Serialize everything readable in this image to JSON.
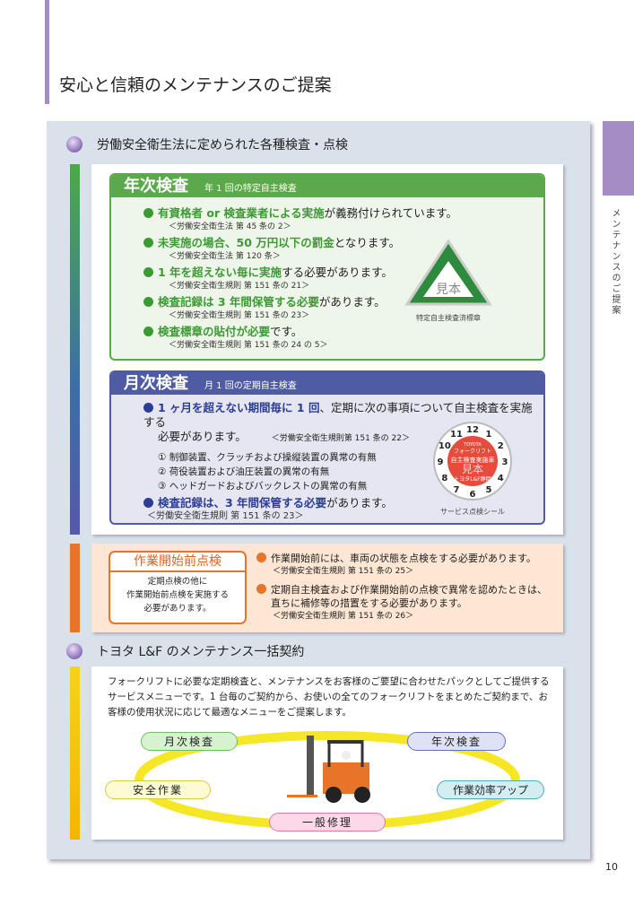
{
  "page": {
    "title": "安心と信頼のメンテナンスのご提案",
    "side_tab": "メンテナンスのご提案",
    "page_number": "10"
  },
  "section1": {
    "heading": "労働安全衛生法に定められた各種検査・点検",
    "annual": {
      "title": "年次検査",
      "subtitle": "年 1 回の特定自主検査",
      "items": [
        {
          "hl": "有資格者 or 検査業者による実施",
          "rest": "が義務付けられています。",
          "ref": "＜労働安全衛生法 第 45 条の 2＞"
        },
        {
          "hl": "未実施の場合、50 万円以下の罰金",
          "rest": "となります。",
          "ref": "＜労働安全衛生法 第 120 条＞"
        },
        {
          "hl": "1 年を超えない毎に実施",
          "rest": "する必要があります。",
          "ref": "＜労働安全衛生規則 第 151 条の 21＞"
        },
        {
          "hl": "検査記録は 3 年間保管する必要",
          "rest": "があります。",
          "ref": "＜労働安全衛生規則 第 151 条の 23＞"
        },
        {
          "hl": "検査標章の貼付が必要",
          "rest": "です。",
          "ref": "＜労働安全衛生規則 第 151 条の 24 の 5＞"
        }
      ],
      "badge_caption": "特定自主検査済標章",
      "badge_mark": "見本"
    },
    "monthly": {
      "title": "月次検査",
      "subtitle": "月 1 回の定期自主検査",
      "item1_hl": "1 ヶ月を超えない期間毎に 1 回",
      "item1_rest": "、定期に次の事項について自主検査を実施する",
      "item1_rest2": "必要があります。",
      "item1_ref": "＜労働安全衛生規則第 151 条の 22＞",
      "subitems": [
        "① 制御装置、クラッチおよび操縦装置の異常の有無",
        "② 荷役装置および油圧装置の異常の有無",
        "③ ヘッドガードおよびバックレストの異常の有無"
      ],
      "item2_hl": "検査記録は、3 年間保管する必要",
      "item2_rest": "があります。",
      "item2_ref": "＜労働安全衛生規則 第 151 条の 23＞",
      "seal_caption": "サービス点検シール",
      "seal_top": "TOYOTA",
      "seal_brand": "フォークリフト",
      "seal_label": "自主検査実施車",
      "seal_dealer": "トヨタL&F静岡",
      "seal_mark": "見本"
    },
    "pre_work": {
      "title": "作業開始前点検",
      "desc": [
        "定期点検の他に",
        "作業開始前点検を実施する",
        "必要があります。"
      ],
      "items": [
        {
          "text": "作業開始前には、車両の状態を点検をする必要があります。",
          "ref": "＜労働安全衛生規則 第 151 条の 25＞"
        },
        {
          "text": "定期自主検査および作業開始前の点検で異常を認めたときは、",
          "text2": "直ちに補修等の措置をする必要があります。",
          "ref": "＜労働安全衛生規則 第 151 条の 26＞"
        }
      ]
    }
  },
  "section2": {
    "heading": "トヨタ L&F のメンテナンス一括契約",
    "body": "フォークリフトに必要な定期検査と、メンテナンスをお客様のご要望に合わせたパックとしてご提供するサービスメニューです。1 台毎のご契約から、お使いの全てのフォークリフトをまとめたご契約まで、お客様の使用状況に応じて最適なメニューをご提案します。",
    "labels": {
      "monthly": "月次検査",
      "annual": "年次検査",
      "safety": "安全作業",
      "efficiency": "作業効率アップ",
      "repair": "一般修理"
    }
  },
  "colors": {
    "purple": "#a58cc4",
    "green": "#5aa94a",
    "blue": "#4f5ca3",
    "orange": "#e8742a"
  }
}
